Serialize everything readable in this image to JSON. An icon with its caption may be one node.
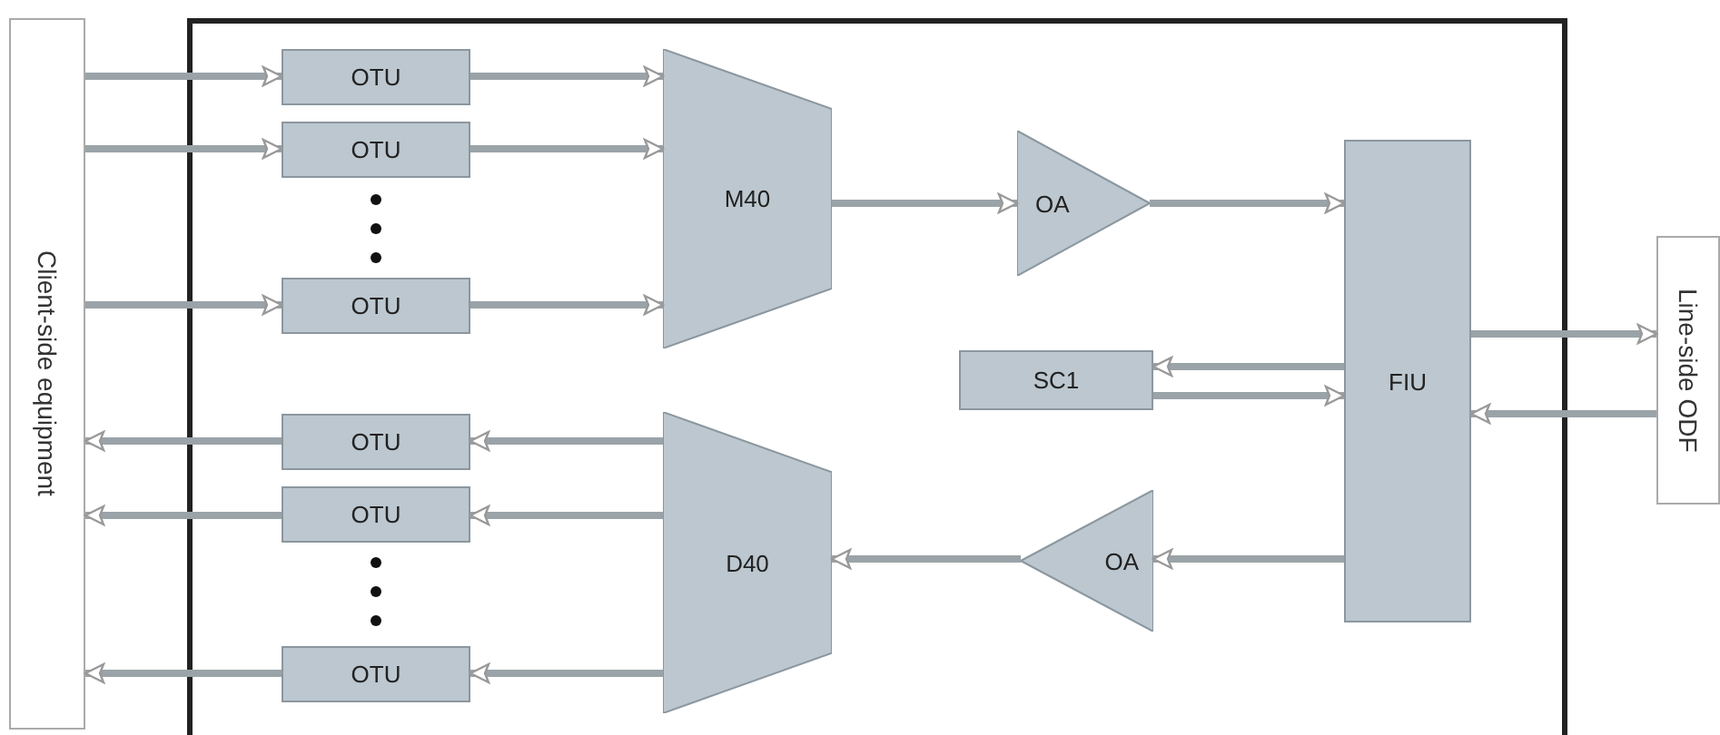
{
  "diagram": {
    "nodes": [
      {
        "text": [
          "Client-side equipment"
        ]
      },
      {
        "text": [],
        "shape": "box"
      },
      {
        "text": [
          "OTU"
        ],
        "in": 1
      },
      {
        "text": [
          "OTU"
        ],
        "in": 1
      },
      {
        "text": [
          "OTU"
        ],
        "in": 1
      },
      {
        "text": [
          "M40"
        ],
        "in": 1
      },
      {
        "text": [
          "OA"
        ],
        "in": 1
      },
      {
        "text": [
          "FIU"
        ],
        "in": 1
      },
      {
        "text": [
          "SC1"
        ],
        "in": 1
      },
      {
        "text": [
          "Line-side ODF"
        ]
      },
      {
        "text": [
          "D40"
        ],
        "in": 1
      },
      {
        "text": [
          "OA"
        ],
        "in": 1
      },
      {
        "text": [
          "OTU"
        ],
        "in": 1
      },
      {
        "text": [
          "OTU"
        ],
        "in": 1
      },
      {
        "text": [
          "OTU"
        ],
        "in": 1
      }
    ],
    "edges": [
      {
        "from": 0,
        "to": 2,
        "arrow": "to"
      },
      {
        "from": 0,
        "to": 3,
        "arrow": "to"
      },
      {
        "from": 0,
        "to": 4,
        "arrow": "to"
      },
      {
        "from": 2,
        "to": 5,
        "arrow": "to"
      },
      {
        "from": 3,
        "to": 5,
        "arrow": "to"
      },
      {
        "from": 4,
        "to": 5,
        "arrow": "to"
      },
      {
        "from": 5,
        "to": 6,
        "arrow": "to"
      },
      {
        "from": 6,
        "to": 7,
        "arrow": "to"
      },
      {
        "from": 7,
        "to": 8,
        "arrow": "to"
      },
      {
        "from": 8,
        "to": 7,
        "arrow": "to"
      },
      {
        "from": 7,
        "to": 9,
        "arrow": "to"
      },
      {
        "from": 9,
        "to": 7,
        "arrow": "to"
      },
      {
        "from": 7,
        "to": 11,
        "arrow": "to"
      },
      {
        "from": 11,
        "to": 10,
        "arrow": "to"
      },
      {
        "from": 10,
        "to": 12,
        "arrow": "to"
      },
      {
        "from": 10,
        "to": 13,
        "arrow": "to"
      },
      {
        "from": 10,
        "to": 14,
        "arrow": "to"
      },
      {
        "from": 12,
        "to": 0,
        "arrow": "to"
      },
      {
        "from": 13,
        "to": 0,
        "arrow": "to"
      },
      {
        "from": 14,
        "to": 0,
        "arrow": "to"
      }
    ]
  }
}
